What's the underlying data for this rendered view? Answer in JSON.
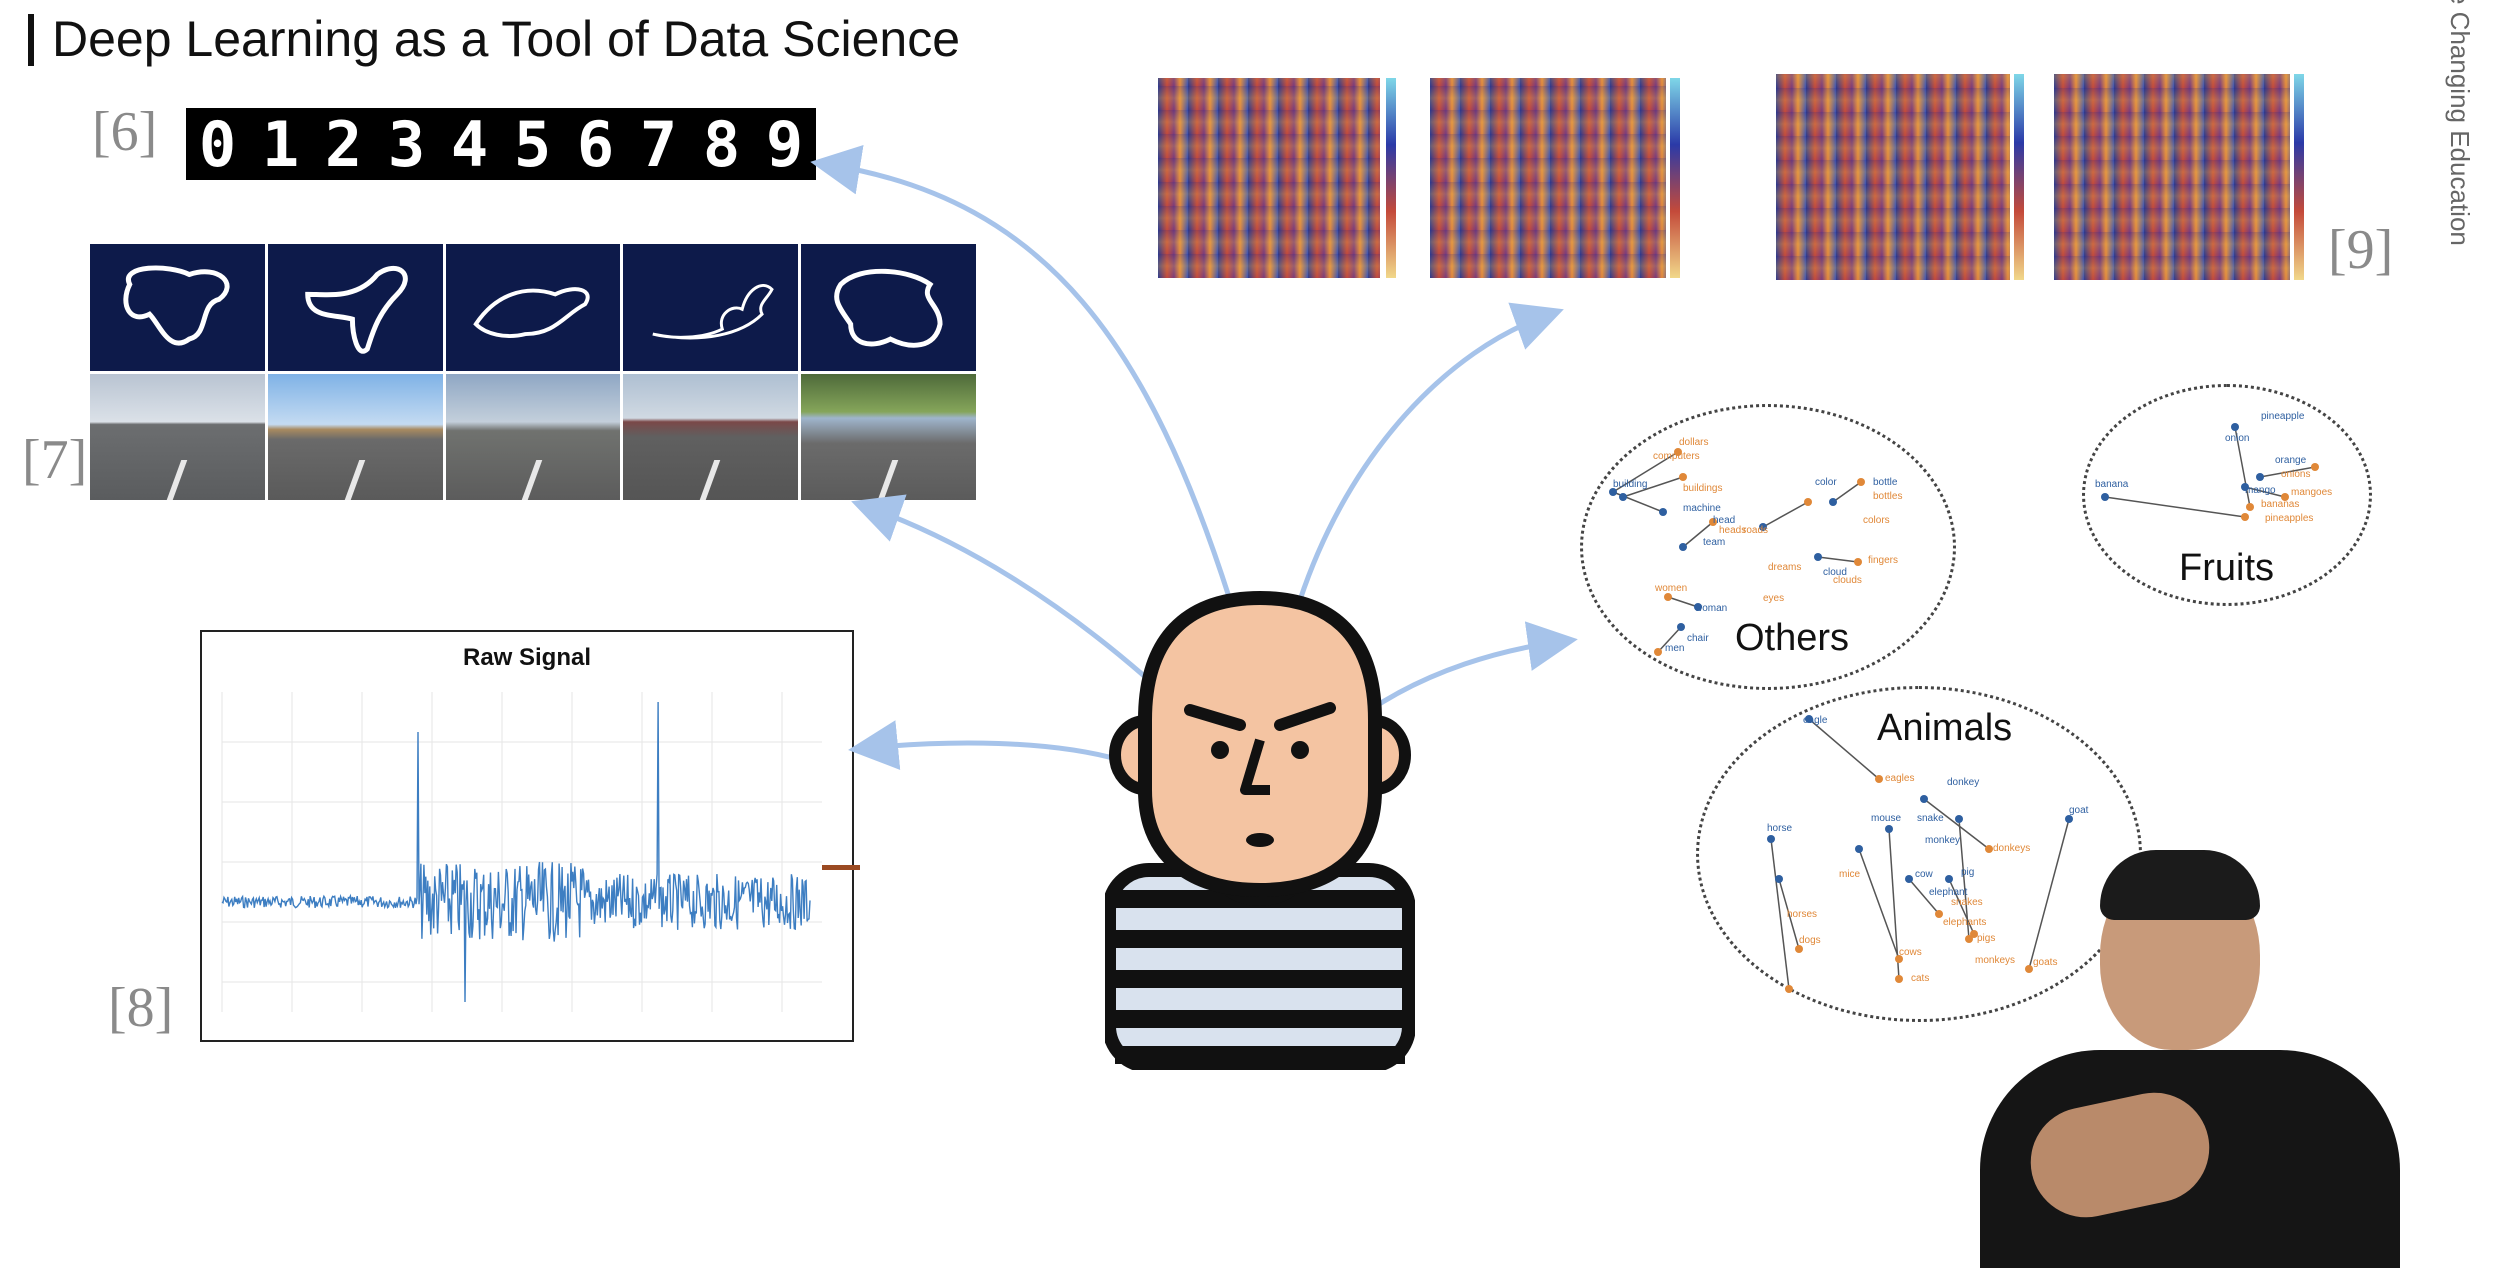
{
  "slide": {
    "title": "Deep Learning as a Tool of Data Science",
    "side_text": "e Changing Education",
    "refs": [
      "[6]",
      "[7]",
      "[8]",
      "[9]"
    ]
  },
  "mnist": {
    "digits": [
      "0",
      "1",
      "2",
      "3",
      "4",
      "5",
      "6",
      "7",
      "8",
      "9"
    ]
  },
  "raw_signal": {
    "title": "Raw Signal"
  },
  "clusters": {
    "others": {
      "label": "Others",
      "words_blue": [
        "color",
        "bottle",
        "machine",
        "head",
        "team",
        "building",
        "cloud",
        "woman",
        "chair",
        "men"
      ],
      "words_orange": [
        "dollars",
        "computers",
        "buildings",
        "colors",
        "bottles",
        "heads",
        "roads",
        "dreams",
        "fingers",
        "clouds",
        "women",
        "eyes"
      ]
    },
    "fruits": {
      "label": "Fruits",
      "words_blue": [
        "pineapple",
        "onion",
        "banana",
        "mango",
        "orange"
      ],
      "words_orange": [
        "onions",
        "mangoes",
        "bananas",
        "pineapples"
      ]
    },
    "animals": {
      "label": "Animals",
      "words_blue": [
        "eagle",
        "donkey",
        "horse",
        "mouse",
        "snake",
        "monkey",
        "cow",
        "pig",
        "elephant",
        "goat"
      ],
      "words_orange": [
        "eagles",
        "donkeys",
        "horses",
        "mice",
        "snakes",
        "elephants",
        "cows",
        "monkeys",
        "pigs",
        "cats",
        "dogs",
        "goats"
      ]
    }
  },
  "colors": {
    "arrow": "#a6c3ea",
    "word_blue": "#2e5fa0",
    "word_orange": "#e08838",
    "signal": "#3d7ec2"
  }
}
